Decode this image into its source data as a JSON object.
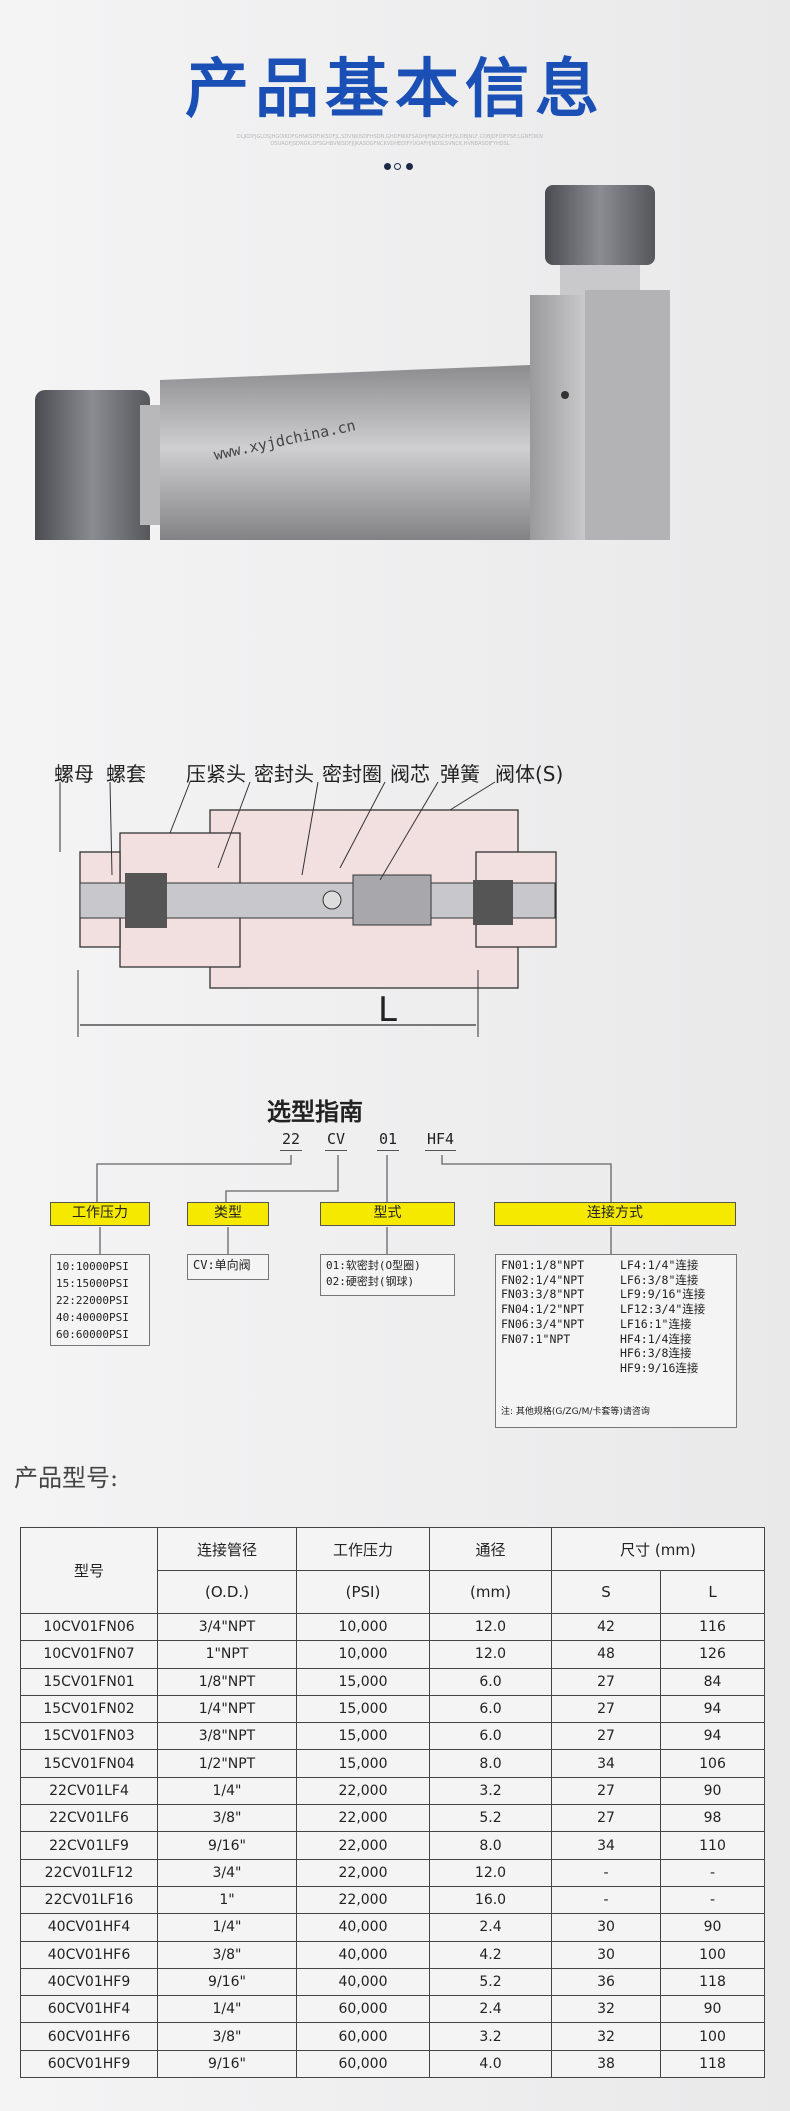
{
  "header": {
    "title": "产品基本信息",
    "subtitle": "OLJKDFJGLDSJHGOIKDFGHNKSDFIIKSDFJL,SDVNKISDFHSDN,GHDFNIKFSADHJFNKJSDHFJSLDBJNLF,CDBJDFOIFPSE;LGNFDKIV OSUAOFJSDNGK,DFSGHBVNISDFJIJKASDGFNCKVDHEOIFYUOAFHJNDSLSVNCK,HVNBASDIFYHDSL",
    "pagination_dots": 3,
    "active_dot": 2
  },
  "product_image": {
    "engraving": "www.xyjdchina.cn"
  },
  "diagram": {
    "labels": [
      "螺母",
      "螺套",
      "压紧头",
      "密封头",
      "密封圈",
      "阀芯",
      "弹簧",
      "阀体(S)"
    ],
    "dimension": "L"
  },
  "guide": {
    "title": "选型指南",
    "codes": [
      "22",
      "CV",
      "01",
      "HF4"
    ],
    "categories": [
      "工作压力",
      "类型",
      "型式",
      "连接方式"
    ],
    "pressure": "10:10000PSI\n15:15000PSI\n22:22000PSI\n40:40000PSI\n60:60000PSI",
    "type": "CV:单向阀",
    "form": "01:软密封(O型圈)\n02:硬密封(钢球)",
    "connection_fn": "FN01:1/8\"NPT\nFN02:1/4\"NPT\nFN03:3/8\"NPT\nFN04:1/2\"NPT\nFN06:3/4\"NPT\nFN07:1\"NPT",
    "connection_other": "LF4:1/4\"连接\nLF6:3/8\"连接\nLF9:9/16\"连接\nLF12:3/4\"连接\nLF16:1\"连接\nHF4:1/4连接\nHF6:3/8连接\nHF9:9/16连接",
    "note": "注: 其他规格(G/ZG/M/卡套等)请咨询"
  },
  "models": {
    "title": "产品型号:",
    "headers": {
      "model": "型号",
      "od": "连接管径",
      "od_unit": "(O.D.)",
      "pressure": "工作压力",
      "pressure_unit": "(PSI)",
      "bore": "通径",
      "bore_unit": "(mm)",
      "size": "尺寸 (mm)",
      "s": "S",
      "l": "L"
    },
    "rows": [
      [
        "10CV01FN06",
        "3/4\"NPT",
        "10,000",
        "12.0",
        "42",
        "116"
      ],
      [
        "10CV01FN07",
        "1\"NPT",
        "10,000",
        "12.0",
        "48",
        "126"
      ],
      [
        "15CV01FN01",
        "1/8\"NPT",
        "15,000",
        "6.0",
        "27",
        "84"
      ],
      [
        "15CV01FN02",
        "1/4\"NPT",
        "15,000",
        "6.0",
        "27",
        "94"
      ],
      [
        "15CV01FN03",
        "3/8\"NPT",
        "15,000",
        "6.0",
        "27",
        "94"
      ],
      [
        "15CV01FN04",
        "1/2\"NPT",
        "15,000",
        "8.0",
        "34",
        "106"
      ],
      [
        "22CV01LF4",
        "1/4\"",
        "22,000",
        "3.2",
        "27",
        "90"
      ],
      [
        "22CV01LF6",
        "3/8\"",
        "22,000",
        "5.2",
        "27",
        "98"
      ],
      [
        "22CV01LF9",
        "9/16\"",
        "22,000",
        "8.0",
        "34",
        "110"
      ],
      [
        "22CV01LF12",
        "3/4\"",
        "22,000",
        "12.0",
        "-",
        "-"
      ],
      [
        "22CV01LF16",
        "1\"",
        "22,000",
        "16.0",
        "-",
        "-"
      ],
      [
        "40CV01HF4",
        "1/4\"",
        "40,000",
        "2.4",
        "30",
        "90"
      ],
      [
        "40CV01HF6",
        "3/8\"",
        "40,000",
        "4.2",
        "30",
        "100"
      ],
      [
        "40CV01HF9",
        "9/16\"",
        "40,000",
        "5.2",
        "36",
        "118"
      ],
      [
        "60CV01HF4",
        "1/4\"",
        "60,000",
        "2.4",
        "32",
        "90"
      ],
      [
        "60CV01HF6",
        "3/8\"",
        "60,000",
        "3.2",
        "32",
        "100"
      ],
      [
        "60CV01HF9",
        "9/16\"",
        "60,000",
        "4.0",
        "38",
        "118"
      ]
    ]
  }
}
